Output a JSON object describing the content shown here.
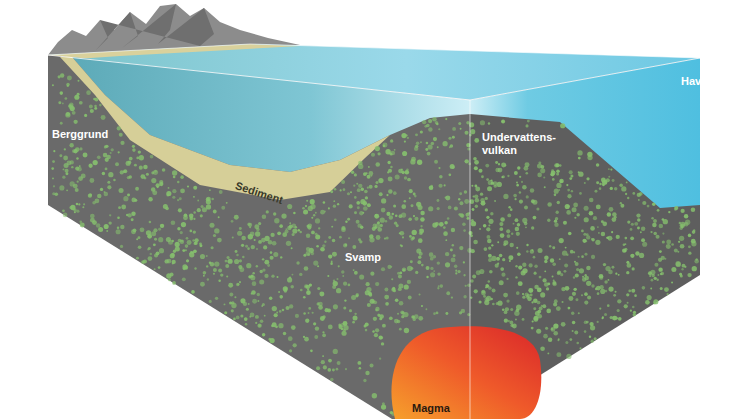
{
  "diagram": {
    "labels": [
      "Berggrund",
      "Sediment",
      "Undervattens- vulkan",
      "Hav",
      "Svamp",
      "Magma"
    ]
  }
}
